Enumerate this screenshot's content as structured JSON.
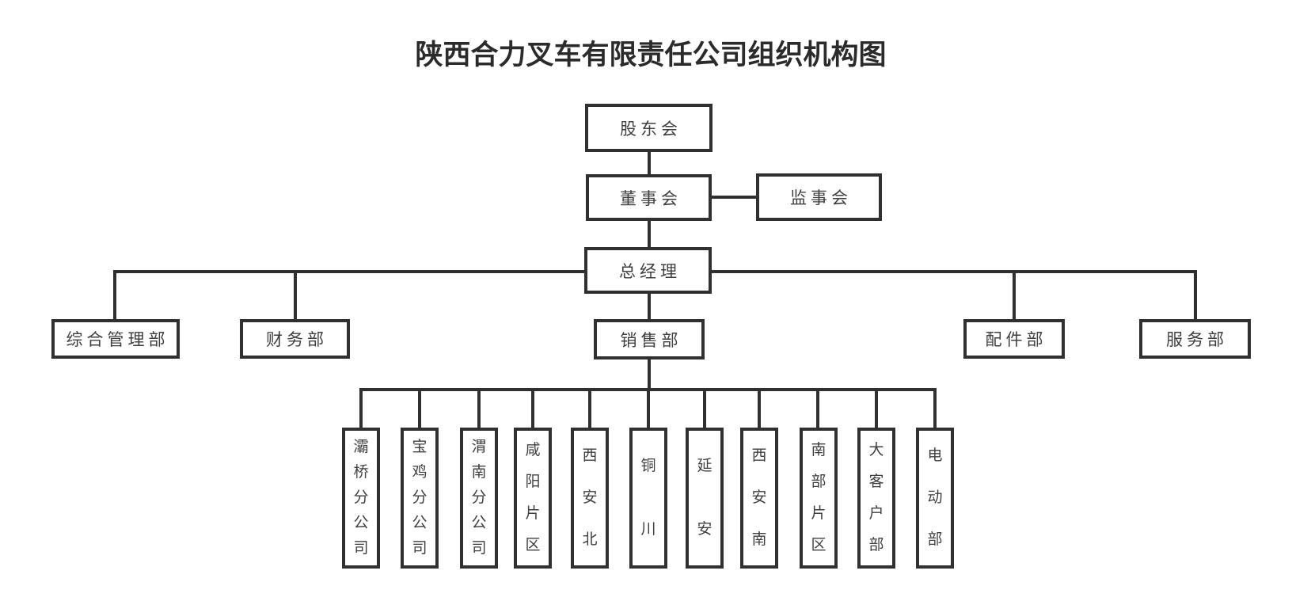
{
  "title": "陕西合力叉车有限责任公司组织机构图",
  "org": {
    "shareholders": {
      "label": "股东会"
    },
    "board": {
      "label": "董事会"
    },
    "supervisory": {
      "label": "监事会"
    },
    "general_manager": {
      "label": "总经理"
    },
    "departments": [
      {
        "label": "综合管理部"
      },
      {
        "label": "财务部"
      },
      {
        "label": "销售部"
      },
      {
        "label": "配件部"
      },
      {
        "label": "服务部"
      }
    ],
    "sales_children": [
      {
        "label": "灞桥分公司"
      },
      {
        "label": "宝鸡分公司"
      },
      {
        "label": "渭南分公司"
      },
      {
        "label": "咸阳片区"
      },
      {
        "label": "西安北"
      },
      {
        "label": "铜川"
      },
      {
        "label": "延安"
      },
      {
        "label": "西安南"
      },
      {
        "label": "南部片区"
      },
      {
        "label": "大客户部"
      },
      {
        "label": "电动部"
      }
    ]
  },
  "colors": {
    "line": "#303030",
    "box_border": "#303030",
    "node_text": "#3f3f3f",
    "title_text": "#2b2b2b",
    "background": "#ffffff"
  }
}
